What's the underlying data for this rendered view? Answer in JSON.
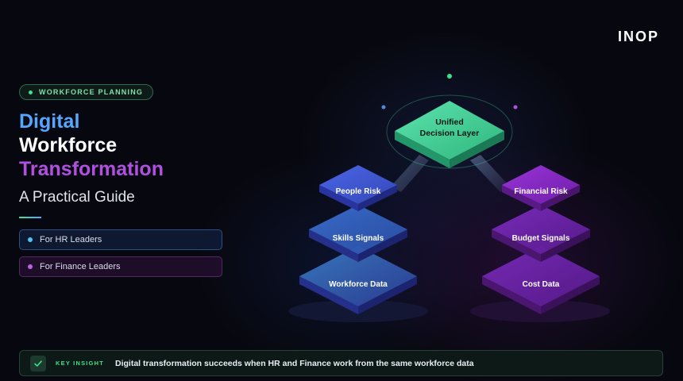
{
  "brand": {
    "logo": "INOP"
  },
  "tag": {
    "label": "WORKFORCE PLANNING"
  },
  "title": {
    "line1": "Digital",
    "line2": "Workforce",
    "line3": "Transformation"
  },
  "subtitle": "A Practical Guide",
  "audiences": [
    {
      "label": "For HR Leaders",
      "color": "#4fc3f7"
    },
    {
      "label": "For Finance Leaders",
      "color": "#c35ce6"
    }
  ],
  "diagram": {
    "top": {
      "line1": "Unified",
      "line2": "Decision Layer",
      "color": "#3fd497"
    },
    "hr_stack": [
      "People Risk",
      "Skills Signals",
      "Workforce Data"
    ],
    "finance_stack": [
      "Financial Risk",
      "Budget Signals",
      "Cost Data"
    ],
    "colors": {
      "hr": "#3f5fe0",
      "finance": "#8a2bc8"
    }
  },
  "insight": {
    "label": "KEY INSIGHT",
    "text": "Digital transformation succeeds when HR and Finance work from the same workforce data"
  },
  "icons": {
    "check": "check-icon"
  }
}
